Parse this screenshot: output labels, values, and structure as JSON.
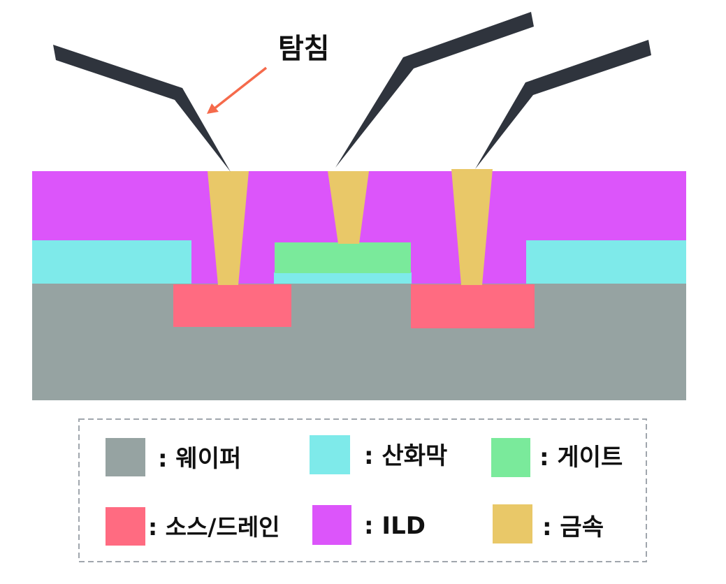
{
  "probe_label": "탐침",
  "colors": {
    "wafer": "#96a3a2",
    "oxide": "#7eeaea",
    "gate": "#7aea9b",
    "source_drain": "#ff6b81",
    "ild": "#dc55fa",
    "metal": "#e9c868",
    "probe": "#2f343d",
    "arrow": "#f56a4b",
    "legend_border": "#a0a6ad"
  },
  "legend": {
    "wafer": ": 웨이퍼",
    "oxide": ": 산화막",
    "gate": ": 게이트",
    "source_drain": ": 소스/드레인",
    "ild": ": ILD",
    "metal": ": 금속"
  }
}
